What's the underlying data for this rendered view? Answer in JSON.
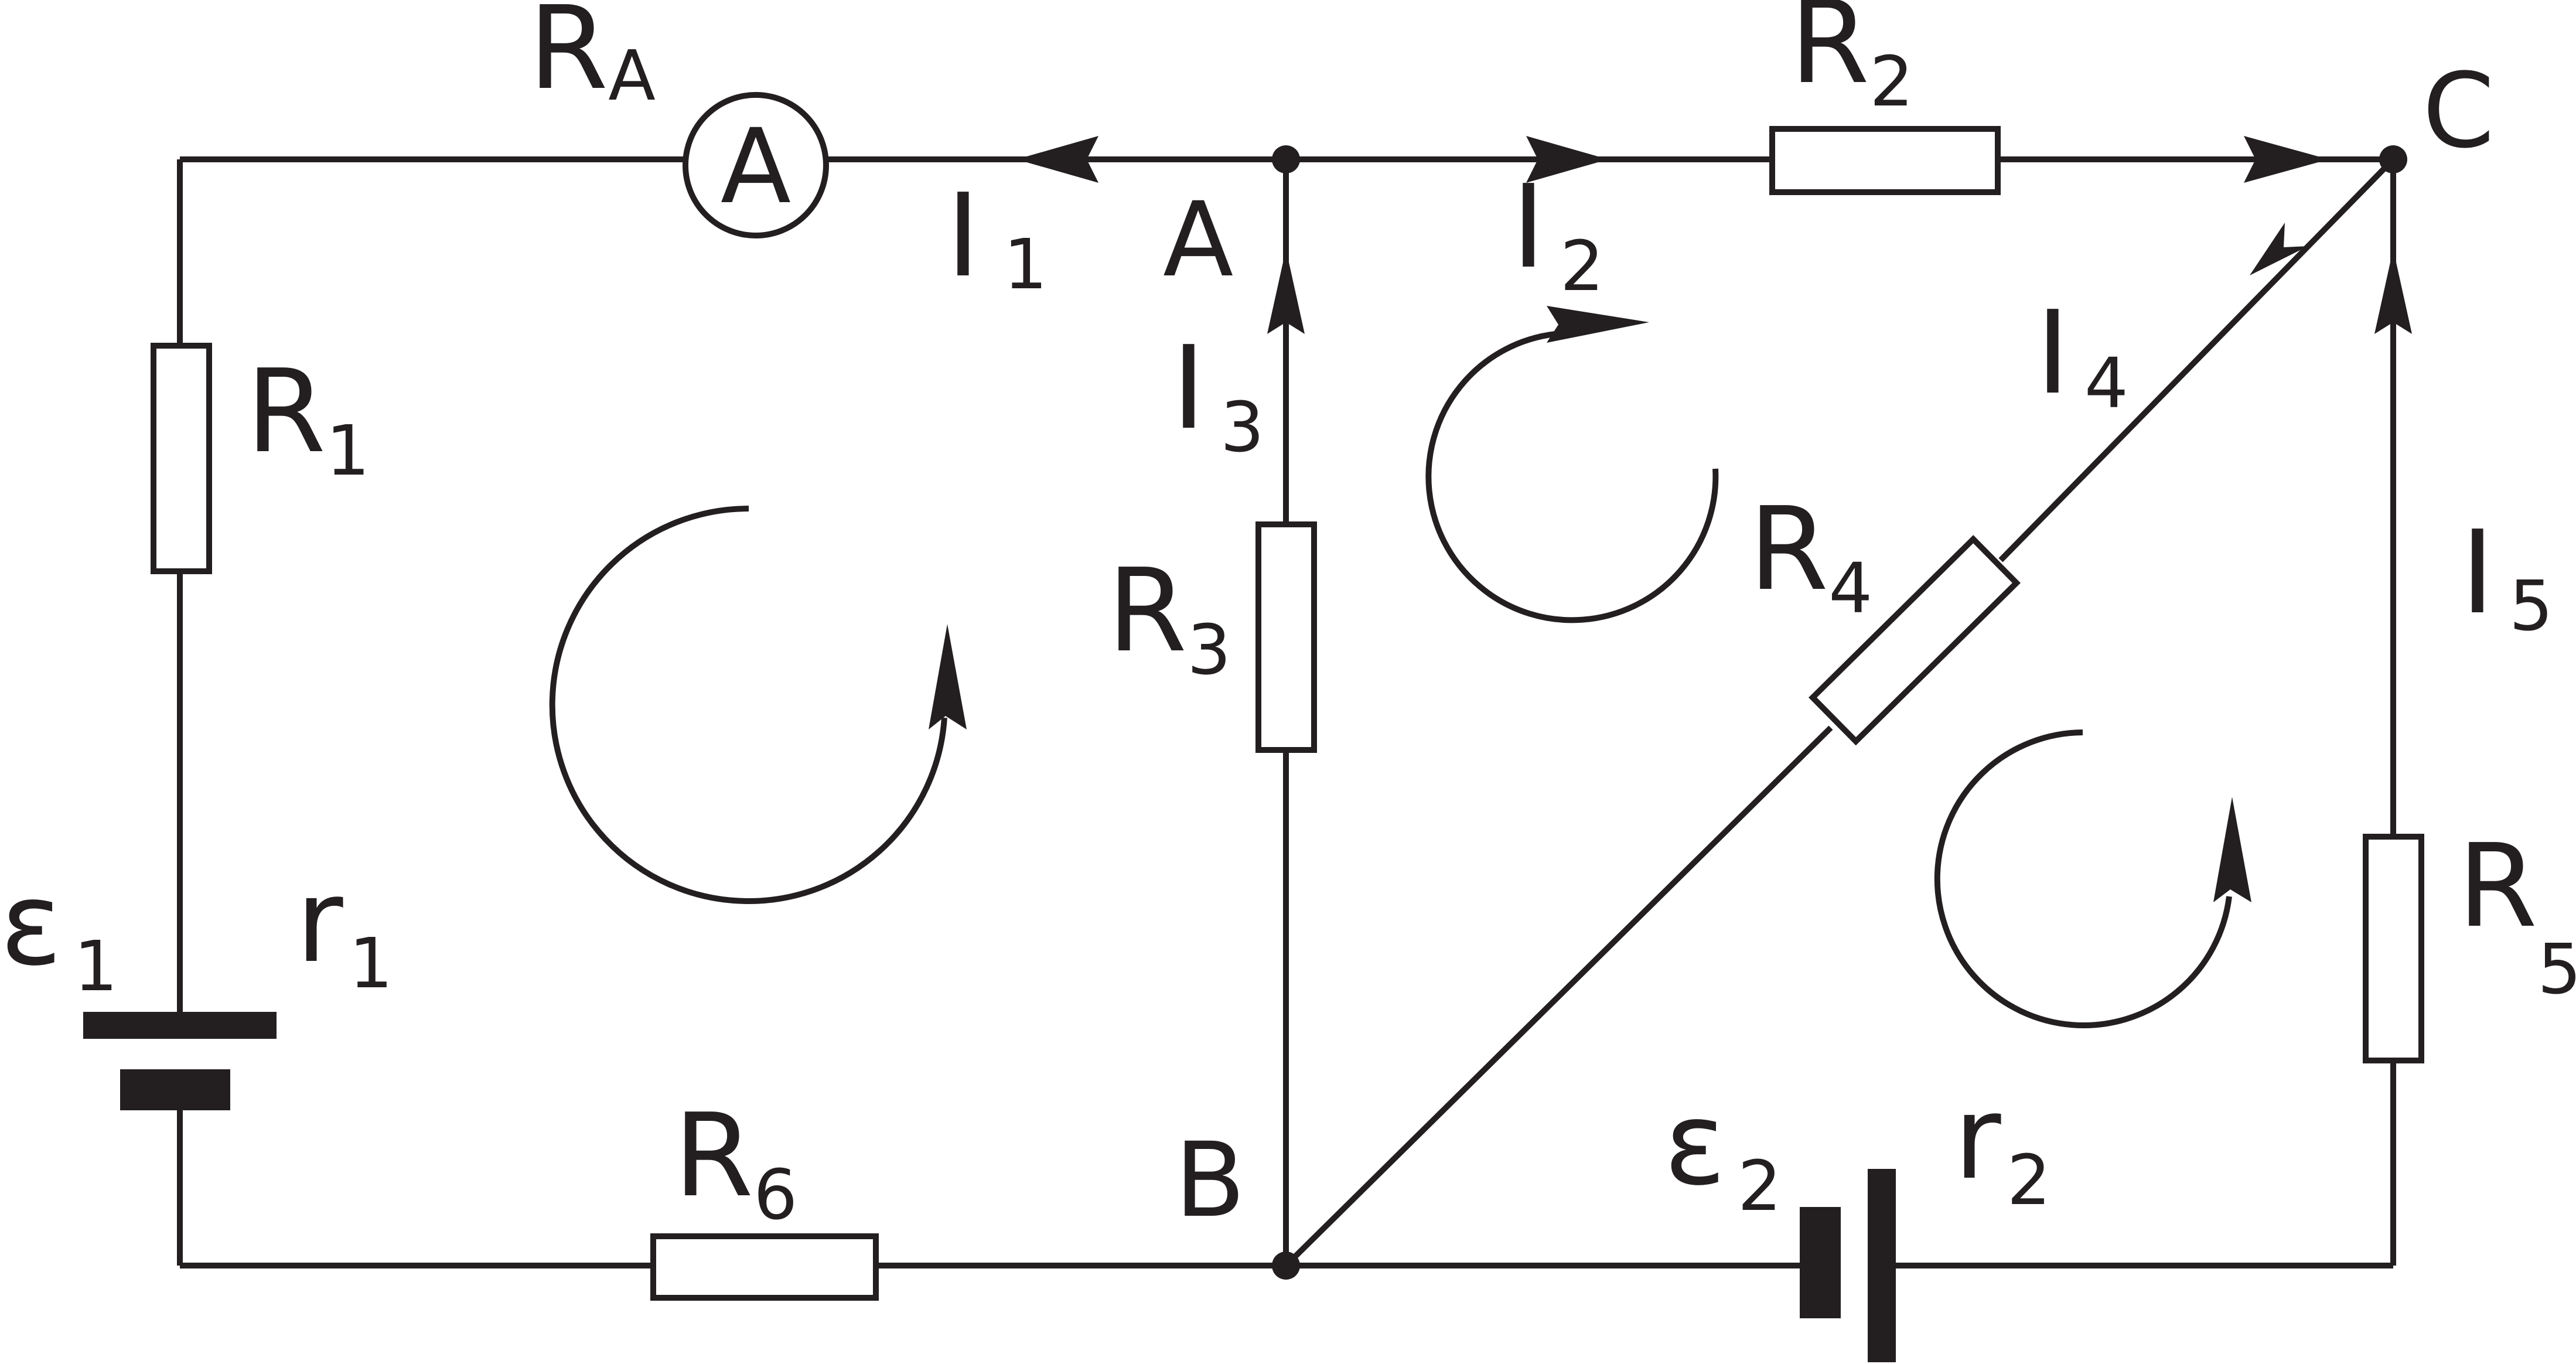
{
  "labels": {
    "RA": {
      "main": "R",
      "sub": "A"
    },
    "ammeter": "A",
    "R1": {
      "main": "R",
      "sub": "1"
    },
    "R2": {
      "main": "R",
      "sub": "2"
    },
    "R3": {
      "main": "R",
      "sub": "3"
    },
    "R4": {
      "main": "R",
      "sub": "4"
    },
    "R5": {
      "main": "R",
      "sub": "5"
    },
    "R6": {
      "main": "R",
      "sub": "6"
    },
    "I1": {
      "main": "I",
      "sub": "1"
    },
    "I2": {
      "main": "I",
      "sub": "2"
    },
    "I3": {
      "main": "I",
      "sub": "3"
    },
    "I4": {
      "main": "I",
      "sub": "4"
    },
    "I5": {
      "main": "I",
      "sub": "5"
    },
    "E1": {
      "main": "ε",
      "sub": "1"
    },
    "E2": {
      "main": "ε",
      "sub": "2"
    },
    "r1": {
      "main": "r",
      "sub": "1"
    },
    "r2": {
      "main": "r",
      "sub": "2"
    },
    "nodeA": "A",
    "nodeB": "B",
    "nodeC": "C"
  }
}
